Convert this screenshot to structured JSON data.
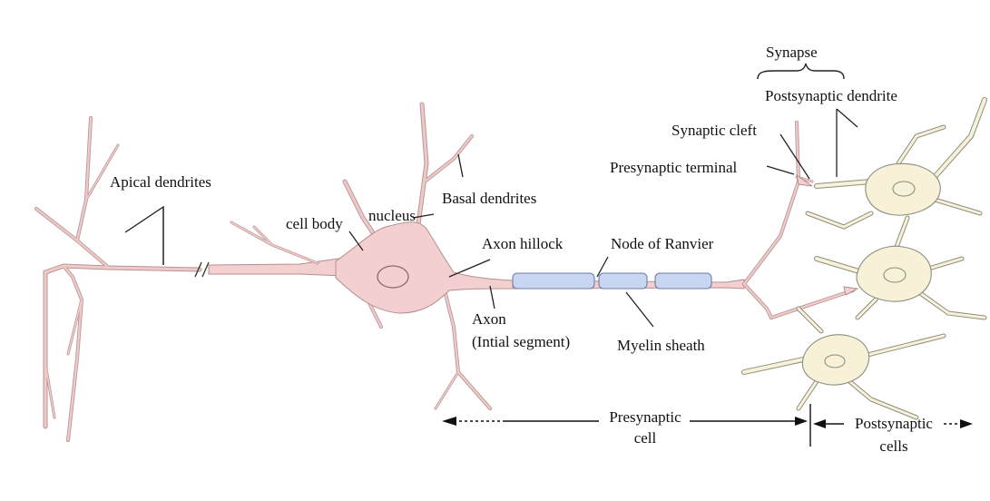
{
  "labels": {
    "apical_dendrites": "Apical dendrites",
    "cell_body": "cell body",
    "nucleus": "nucleus",
    "basal_dendrites": "Basal dendrites",
    "axon_hillock": "Axon hillock",
    "axon_line1": "Axon",
    "axon_line2": "(Intial segment)",
    "node_of_ranvier": "Node of Ranvier",
    "myelin_sheath": "Myelin sheath",
    "synapse": "Synapse",
    "postsynaptic_dendrite": "Postsynaptic dendrite",
    "synaptic_cleft": "Synaptic cleft",
    "presynaptic_terminal": "Presynaptic terminal",
    "presynaptic_cell_line1": "Presynaptic",
    "presynaptic_cell_line2": "cell",
    "postsynaptic_cells_line1": "Postsynaptic",
    "postsynaptic_cells_line2": "cells"
  },
  "colors": {
    "neuron_fill": "#f4cfcf",
    "myelin_fill": "#c9d6f2",
    "postsynaptic_fill": "#f7f1d8"
  }
}
